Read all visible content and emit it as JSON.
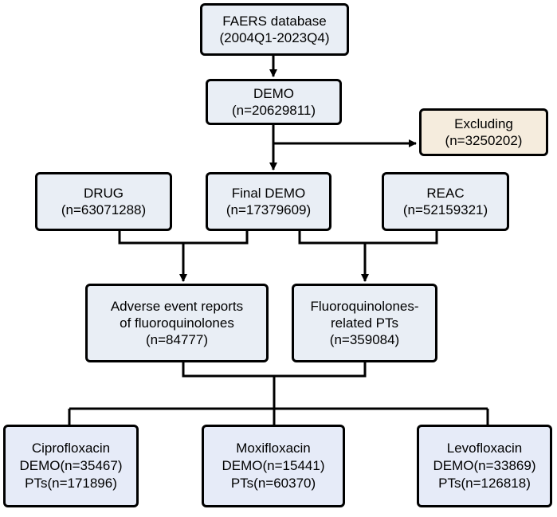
{
  "colors": {
    "box_fill": "#e9eef5",
    "exclude_fill": "#f5ecdd",
    "bottom_fill": "#e6ebf8",
    "stroke": "#000000"
  },
  "faers": {
    "line1": "FAERS database",
    "line2": "(2004Q1-2023Q4)"
  },
  "demo": {
    "line1": "DEMO",
    "line2": "(n=20629811)"
  },
  "excluding": {
    "line1": "Excluding",
    "line2": "(n=3250202)"
  },
  "drug": {
    "line1": "DRUG",
    "line2": "(n=63071288)"
  },
  "final_demo": {
    "line1": "Final DEMO",
    "line2": "(n=17379609)"
  },
  "reac": {
    "line1": "REAC",
    "line2": "(n=52159321)"
  },
  "ae_reports": {
    "line1": "Adverse event reports",
    "line2": "of fluoroquinolones",
    "line3": "(n=84777)"
  },
  "fq_pts": {
    "line1": "Fluoroquinolones-",
    "line2": "related PTs",
    "line3": "(n=359084)"
  },
  "cipro": {
    "line1": "Ciprofloxacin",
    "line2": "DEMO(n=35467)",
    "line3": "PTs(n=171896)"
  },
  "moxi": {
    "line1": "Moxifloxacin",
    "line2": "DEMO(n=15441)",
    "line3": "PTs(n=60370)"
  },
  "levo": {
    "line1": "Levofloxacin",
    "line2": "DEMO(n=33869)",
    "line3": "PTs(n=126818)"
  }
}
